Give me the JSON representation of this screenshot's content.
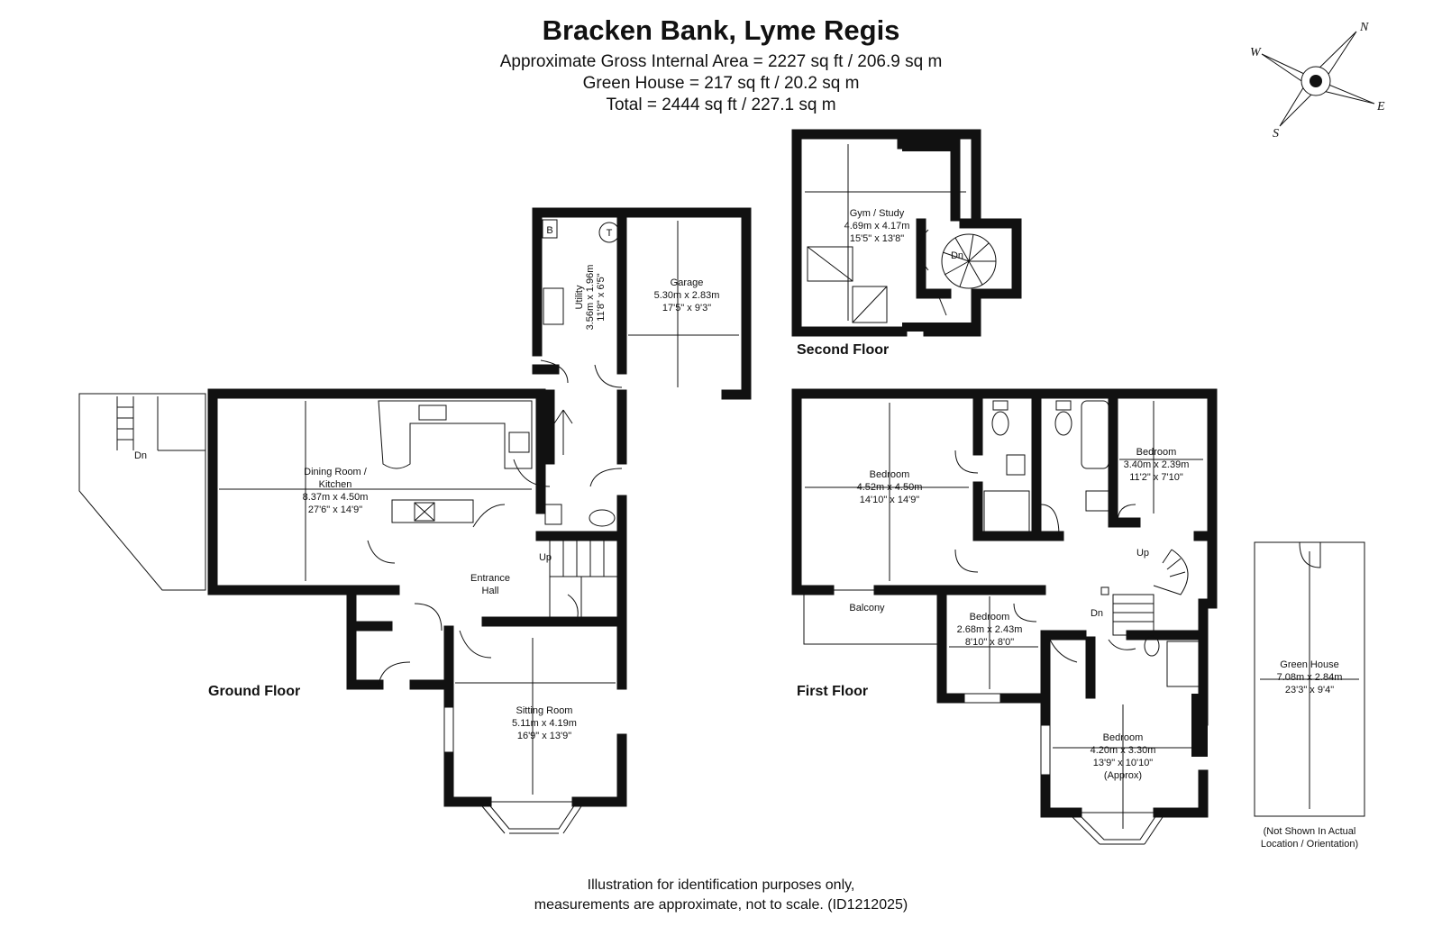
{
  "header": {
    "title": "Bracken Bank, Lyme Regis",
    "gross_area": "Approximate Gross Internal Area = 2227 sq ft / 206.9 sq m",
    "green_house_area": "Green House = 217 sq ft / 20.2 sq m",
    "total_area": "Total = 2444 sq ft / 227.1 sq m"
  },
  "compass": {
    "n": "N",
    "e": "E",
    "s": "S",
    "w": "W"
  },
  "floors": {
    "ground": "Ground Floor",
    "first": "First Floor",
    "second": "Second Floor"
  },
  "rooms": {
    "garage": {
      "name": "Garage",
      "metric": "5.30m x 2.83m",
      "imperial": "17'5\" x 9'3\""
    },
    "utility": {
      "name": "Utility",
      "metric": "3.56m x 1.96m",
      "imperial": "11'8\" x 6'5\""
    },
    "dining": {
      "name1": "Dining Room /",
      "name2": "Kitchen",
      "metric": "8.37m x 4.50m",
      "imperial": "27'6\" x 14'9\""
    },
    "entrance": {
      "name1": "Entrance",
      "name2": "Hall"
    },
    "sitting": {
      "name": "Sitting Room",
      "metric": "5.11m x 4.19m",
      "imperial": "16'9\" x 13'9\""
    },
    "gym": {
      "name": "Gym / Study",
      "metric": "4.69m x 4.17m",
      "imperial": "15'5\" x 13'8\""
    },
    "bed1": {
      "name": "Bedroom",
      "metric": "4.52m x 4.50m",
      "imperial": "14'10\" x 14'9\""
    },
    "bed2": {
      "name": "Bedroom",
      "metric": "3.40m x 2.39m",
      "imperial": "11'2\" x 7'10\""
    },
    "bed3": {
      "name": "Bedroom",
      "metric": "2.68m x 2.43m",
      "imperial": "8'10\" x 8'0\""
    },
    "bed4": {
      "name": "Bedroom",
      "metric": "4.20m x 3.30m",
      "imperial": "13'9\" x 10'10\"",
      "note": "(Approx)"
    },
    "balcony": {
      "name": "Balcony"
    },
    "greenhouse": {
      "name": "Green House",
      "metric": "7.08m x 2.84m",
      "imperial": "23'3\" x 9'4\""
    }
  },
  "symbols": {
    "boiler": "B",
    "tank": "T",
    "up": "Up",
    "down": "Dn"
  },
  "greenhouse_note": {
    "line1": "(Not Shown In Actual",
    "line2": "Location / Orientation)"
  },
  "footer": {
    "line1": "Illustration for identification purposes only,",
    "line2": "measurements are approximate, not to scale. (ID1212025)"
  }
}
